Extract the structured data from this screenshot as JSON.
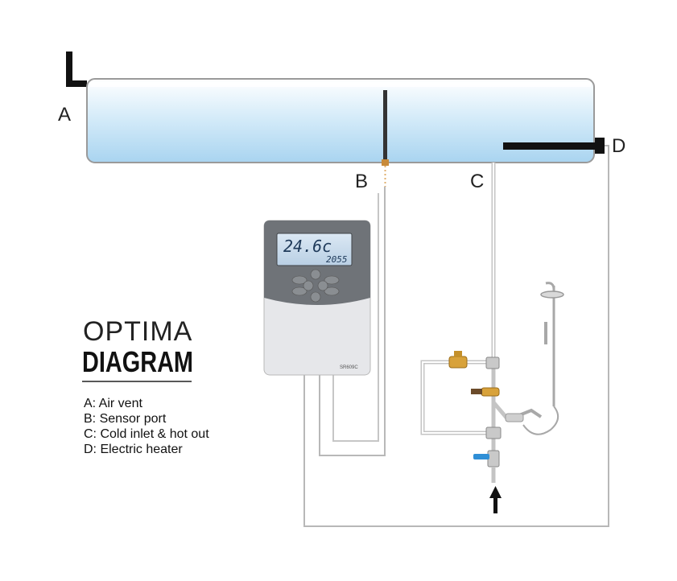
{
  "title": {
    "line1": "OPTIMA",
    "line2": "DIAGRAM"
  },
  "points": {
    "a": "A",
    "b": "B",
    "c": "C",
    "d": "D"
  },
  "legend": [
    "A: Air vent",
    "B: Sensor port",
    "C: Cold inlet & hot out",
    "D: Electric heater"
  ],
  "controller": {
    "display_main": "24.6c",
    "display_sub": "2055",
    "model": "SR609C"
  },
  "colors": {
    "water": "#bfe0f5",
    "pipe": "#b5b5b5",
    "controller_top": "#6f7378",
    "controller_body": "#e6e7ea",
    "valve_brass": "#d8a23a",
    "valve_blue": "#2f8fd6"
  },
  "icons": [
    "arrow-up-icon",
    "shower-icon",
    "valve-icon"
  ]
}
